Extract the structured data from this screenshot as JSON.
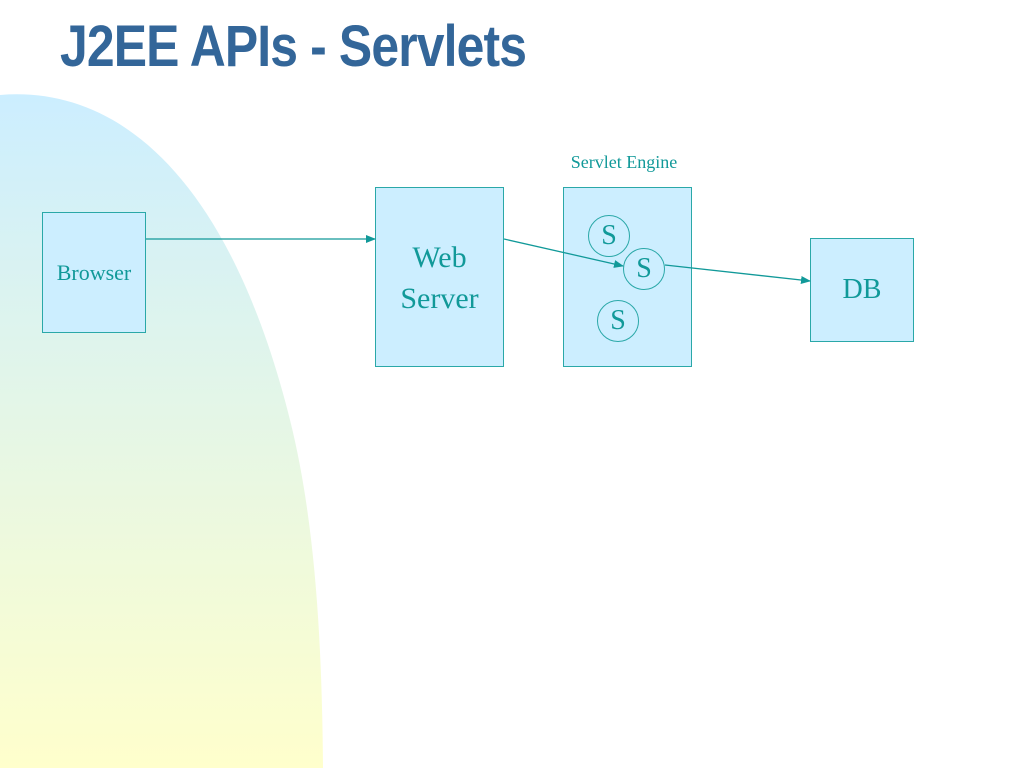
{
  "slide": {
    "title": "J2EE APIs - Servlets"
  },
  "diagram": {
    "nodes": {
      "browser": "Browser",
      "web_server_line1": "Web",
      "web_server_line2": "Server",
      "servlet_engine_label": "Servlet Engine",
      "db": "DB"
    },
    "servlets": [
      "S",
      "S",
      "S"
    ],
    "edges": [
      {
        "from": "Browser",
        "to": "Web Server"
      },
      {
        "from": "Web Server",
        "to": "S"
      },
      {
        "from": "S",
        "to": "DB"
      }
    ]
  },
  "colors": {
    "title": "#336699",
    "box_fill": "#cceeff",
    "box_border": "#2aa8a8",
    "text": "#119999",
    "blob_top": "#cceeff",
    "blob_bottom": "#ffffcc"
  }
}
